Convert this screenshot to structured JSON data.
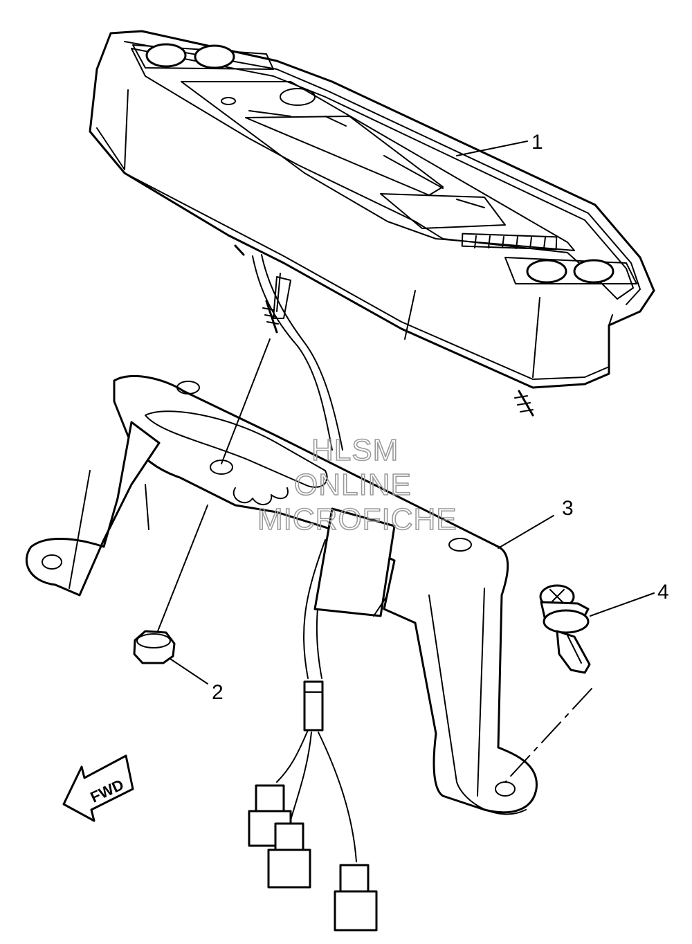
{
  "callouts": [
    {
      "id": "1",
      "label": "1"
    },
    {
      "id": "2",
      "label": "2"
    },
    {
      "id": "3",
      "label": "3"
    },
    {
      "id": "4",
      "label": "4"
    }
  ],
  "watermark": {
    "line1": "HLSM",
    "line2": "ONLINE",
    "line3": "MICROFICHE"
  },
  "direction_arrow": {
    "label": "FWD"
  },
  "colors": {
    "line": "#000000",
    "watermark": "#9a9a9a",
    "background": "#ffffff"
  }
}
